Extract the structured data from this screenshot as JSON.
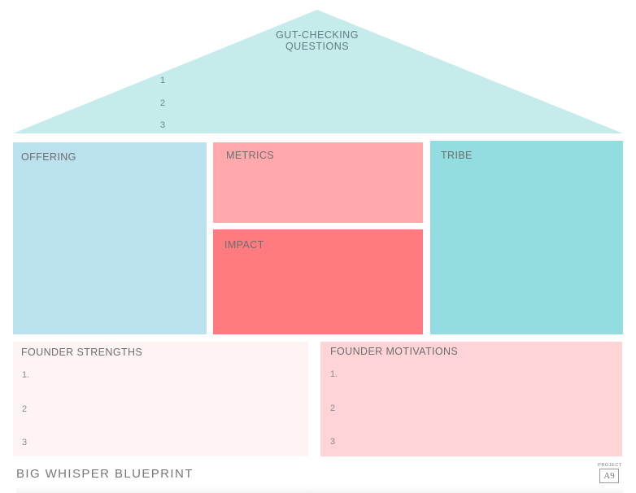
{
  "roof": {
    "title_line1": "GUT-CHECKING",
    "title_line2": "QUESTIONS",
    "numbers": [
      "1",
      "2",
      "3"
    ]
  },
  "boxes": {
    "offering": "OFFERING",
    "metrics": "METRICS",
    "impact": "IMPACT",
    "tribe": "TRIBE",
    "founder_strengths": "FOUNDER STRENGTHS",
    "founder_motivations": "FOUNDER MOTIVATIONS"
  },
  "strengths_numbers": [
    "1.",
    "2",
    "3"
  ],
  "motivations_numbers": [
    "1.",
    "2",
    "3"
  ],
  "footer": {
    "title": "BIG WHISPER BLUEPRINT",
    "logo_top": "PROJECT",
    "logo_mark": "A9"
  },
  "colors": {
    "roof": "#c5ebea",
    "offering": "#bbe0ee",
    "metrics": "#ffa9ac",
    "impact": "#ff7b7f",
    "tribe": "#93dcdf",
    "strengths": "#fff4f4",
    "motivations": "#ffd4d7"
  }
}
